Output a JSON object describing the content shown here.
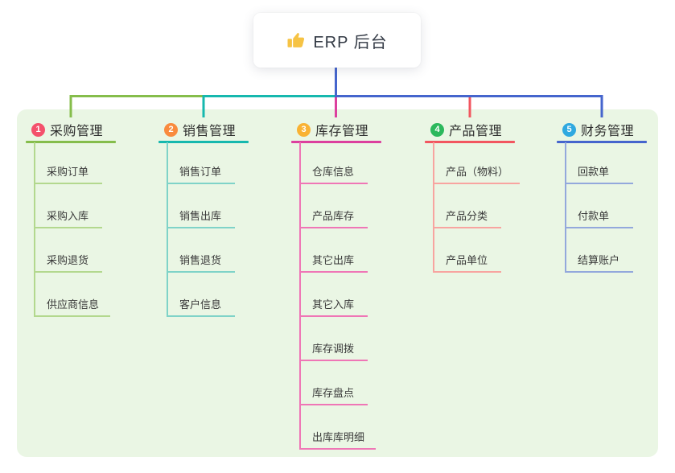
{
  "root": {
    "label": "ERP 后台",
    "icon": "thumbs-up-icon",
    "line_color": "#4565cd",
    "icon_color": "#f6c344"
  },
  "panel": {
    "background": "#eaf6e4"
  },
  "branches": [
    {
      "badge": "1",
      "badge_color": "#f4516c",
      "line_color": "#85bd4b",
      "child_line_color": "#b3d88e",
      "label": "采购管理",
      "children": [
        "采购订单",
        "采购入库",
        "采购退货",
        "供应商信息"
      ]
    },
    {
      "badge": "2",
      "badge_color": "#f98b3e",
      "line_color": "#16b8ae",
      "child_line_color": "#7fd3c8",
      "label": "销售管理",
      "children": [
        "销售订单",
        "销售出库",
        "销售退货",
        "客户信息"
      ]
    },
    {
      "badge": "3",
      "badge_color": "#f9b233",
      "line_color": "#dc409e",
      "child_line_color": "#ef76b6",
      "label": "库存管理",
      "children": [
        "仓库信息",
        "产品库存",
        "其它出库",
        "其它入库",
        "库存调拨",
        "库存盘点",
        "出库库明细"
      ]
    },
    {
      "badge": "4",
      "badge_color": "#2cb85c",
      "line_color": "#f2565f",
      "child_line_color": "#f8a4a0",
      "label": "产品管理",
      "children": [
        "产品（物料）",
        "产品分类",
        "产品单位"
      ]
    },
    {
      "badge": "5",
      "badge_color": "#2fa9e0",
      "line_color": "#4565cd",
      "child_line_color": "#93a8dc",
      "label": "财务管理",
      "children": [
        "回款单",
        "付款单",
        "结算账户"
      ]
    }
  ]
}
